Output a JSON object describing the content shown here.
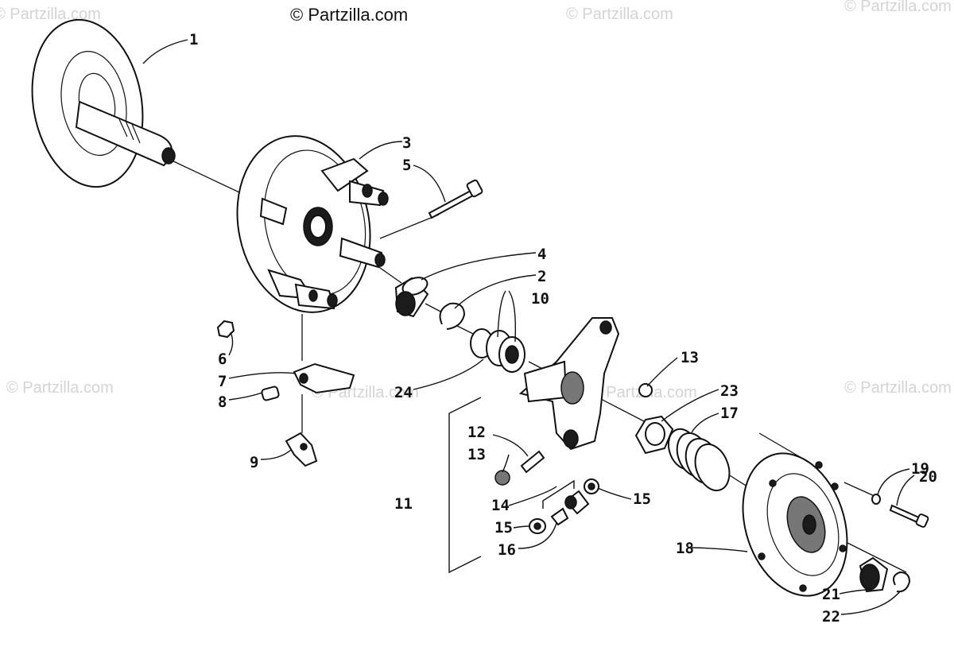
{
  "watermarks": {
    "top_center": "© Partzilla.com",
    "repeated": "© Partzilla.com"
  },
  "labels": {
    "p1": "1",
    "p2": "2",
    "p3": "3",
    "p4": "4",
    "p5": "5",
    "p6": "6",
    "p7": "7",
    "p8": "8",
    "p9": "9",
    "p10": "10",
    "p11": "11",
    "p12": "12",
    "p13a": "13",
    "p13b": "13",
    "p14": "14",
    "p15a": "15",
    "p15b": "15",
    "p16": "16",
    "p17": "17",
    "p18": "18",
    "p19": "19",
    "p20": "20",
    "p21": "21",
    "p22": "22",
    "p23": "23",
    "p24": "24"
  },
  "colors": {
    "ink": "#111111",
    "watermark": "#d4d4d4",
    "background": "#ffffff"
  }
}
